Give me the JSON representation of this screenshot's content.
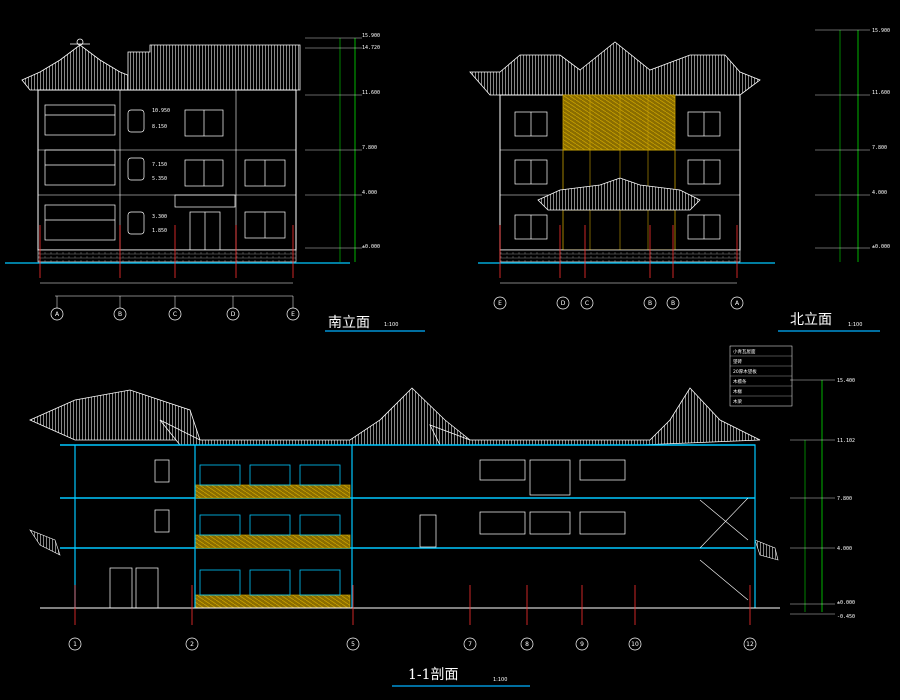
{
  "colors": {
    "background": "#000000",
    "line": "#ffffff",
    "roof": "#bfbfbf",
    "dimension": "#00ff00",
    "axis": "#ff3030",
    "cyan": "#00c8ff",
    "wood": "#c8a000",
    "underline": "#00b0ff"
  },
  "south_elevation": {
    "title": "南立面",
    "scale": "1:100",
    "grid_labels": [
      "A",
      "B",
      "C",
      "D",
      "E"
    ],
    "level_marks": [
      "10.950",
      "8.150",
      "7.150",
      "5.350",
      "3.300",
      "1.850"
    ],
    "elevations": [
      "15.900",
      "14.720",
      "11.600",
      "7.800",
      "4.000",
      "±0.000"
    ]
  },
  "north_elevation": {
    "title": "北立面",
    "scale": "1:100",
    "grid_labels": [
      "E",
      "D",
      "C",
      "B",
      "B",
      "A"
    ],
    "elevations": [
      "15.900",
      "11.600",
      "7.800",
      "4.000",
      "±0.000"
    ]
  },
  "section": {
    "title": "1-1剖面",
    "scale": "1:100",
    "grid_labels": [
      "1",
      "2",
      "5",
      "7",
      "8",
      "9",
      "10",
      "12"
    ],
    "elevations": [
      "15.400",
      "11.102",
      "7.800",
      "4.000",
      "±0.000",
      "-0.450"
    ],
    "legend": [
      "小青瓦屋面",
      "望砖",
      "20厚木望板",
      "木檩条",
      "木椽",
      "木梁"
    ]
  }
}
